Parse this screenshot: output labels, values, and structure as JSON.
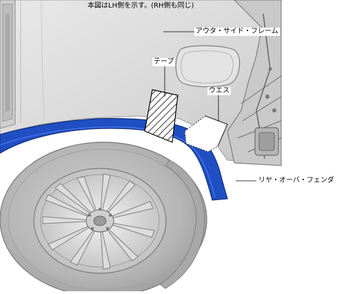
{
  "caption": "本図はLH側を示す。(RH側も同じ)",
  "callouts": {
    "outer_side_frame": "アウタ・サイド・フレーム",
    "tape": "テープ",
    "waste": "ウエス",
    "rear_over_fender": "リヤ・オーバ・フェンダ"
  },
  "colors": {
    "fender_highlight": "#1f4fc2",
    "body_panel": "#d6d6d6",
    "tire": "#b9b9b9",
    "wheel": "#c9c9c9"
  }
}
